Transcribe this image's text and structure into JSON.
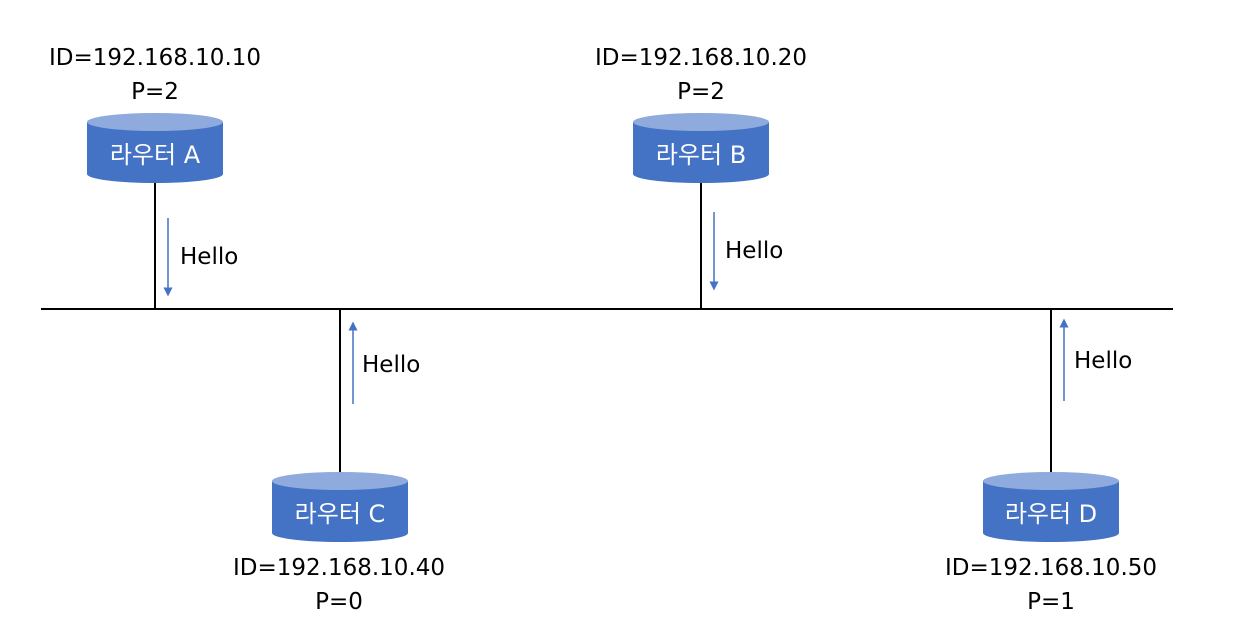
{
  "colors": {
    "router_body": "#4472C4",
    "router_top": "#8FAADC",
    "router_text": "#FFFFFF",
    "arrow": "#4472C4",
    "line": "#000000"
  },
  "routers": [
    {
      "label": "라우터 A",
      "id_text": "ID=192.168.10.10",
      "priority_text": "P=2",
      "hello": "Hello",
      "hello_direction": "down"
    },
    {
      "label": "라우터 B",
      "id_text": "ID=192.168.10.20",
      "priority_text": "P=2",
      "hello": "Hello",
      "hello_direction": "down"
    },
    {
      "label": "라우터 C",
      "id_text": "ID=192.168.10.40",
      "priority_text": "P=0",
      "hello": "Hello",
      "hello_direction": "up"
    },
    {
      "label": "라우터 D",
      "id_text": "ID=192.168.10.50",
      "priority_text": "P=1",
      "hello": "Hello",
      "hello_direction": "up"
    }
  ]
}
